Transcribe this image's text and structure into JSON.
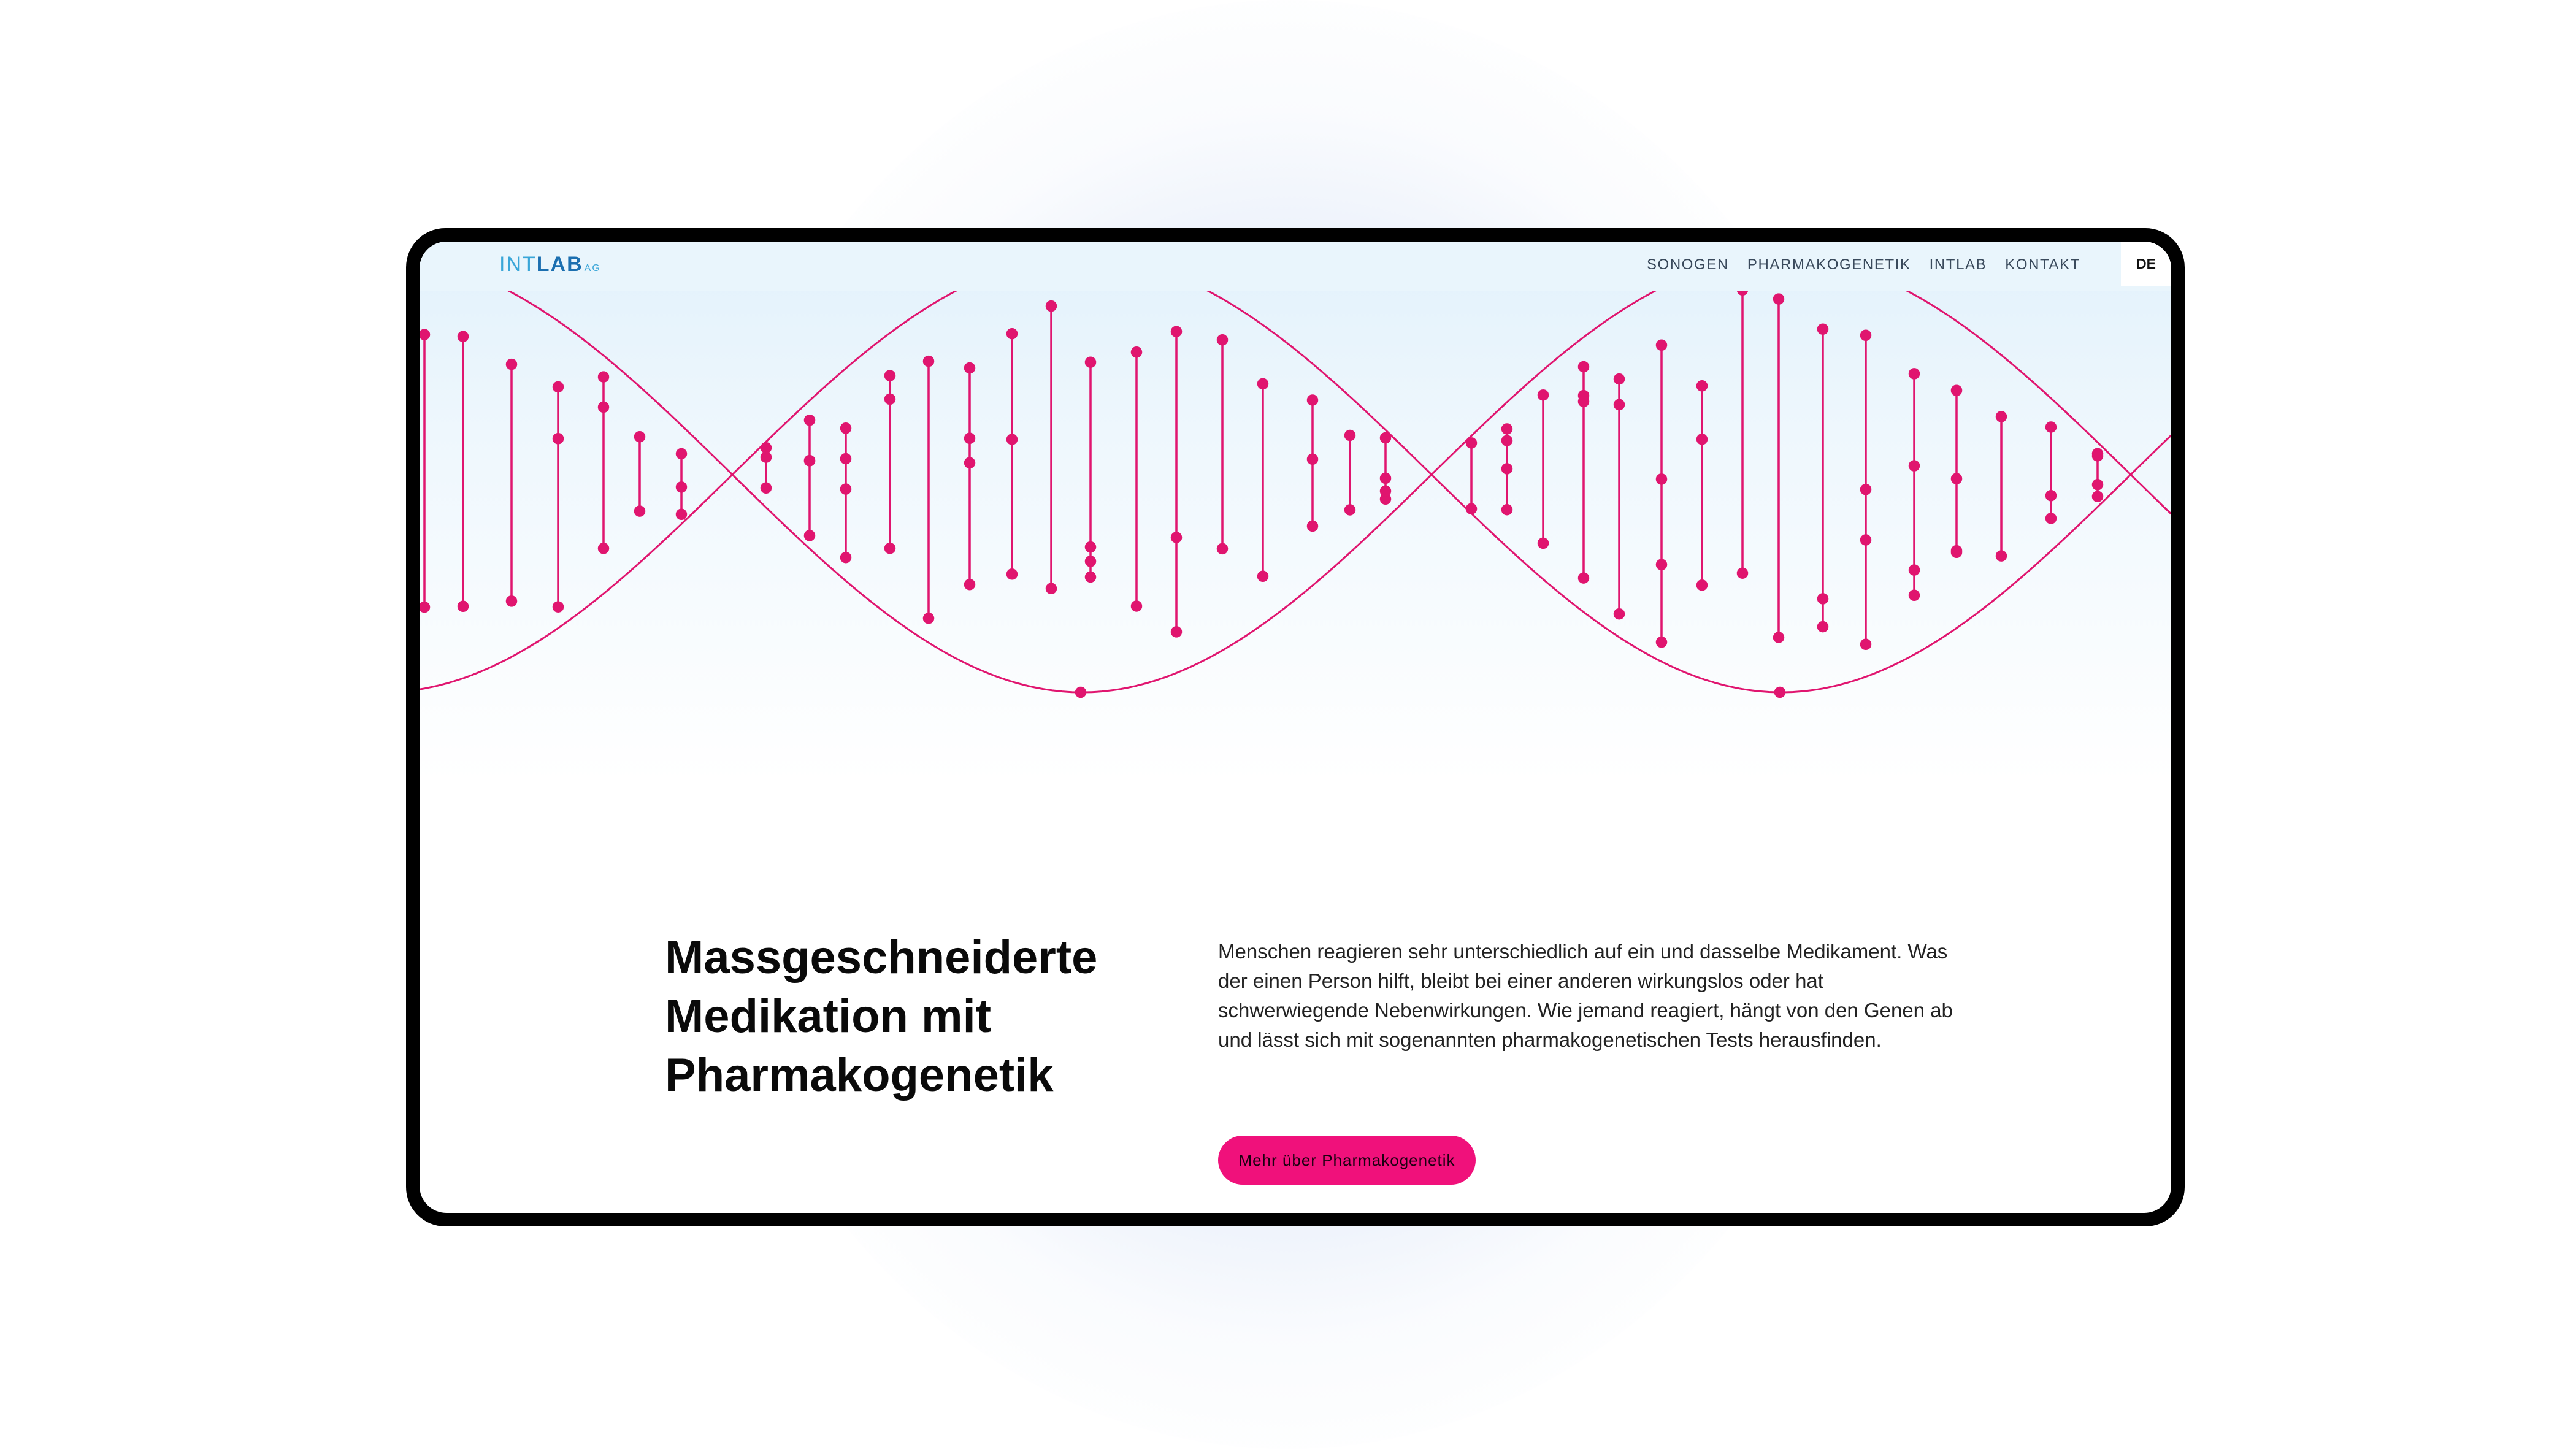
{
  "brand": {
    "logo_int": "INT",
    "logo_lab": "LAB",
    "logo_ag": "AG"
  },
  "nav": {
    "items": [
      {
        "label": "SONOGEN"
      },
      {
        "label": "PHARMAKOGENETIK"
      },
      {
        "label": "INTLAB"
      },
      {
        "label": "KONTAKT"
      }
    ],
    "language": "DE"
  },
  "hero": {
    "headline": "Massgeschneiderte Medikation mit Pharmakogenetik",
    "body": "Menschen reagieren sehr unterschiedlich auf ein und dasselbe Medikament. Was der einen Person hilft, bleibt bei einer anderen wirkungslos oder hat schwerwiegende Nebenwirkungen. Wie jemand reagiert, hängt von den Genen ab und lässt sich mit sogenannten pharmakogenetischen Tests herausfinden.",
    "cta_label": "Mehr über Pharmakogenetik"
  },
  "colors": {
    "accent": "#f0117b",
    "helix": "#e0156f",
    "logo_light": "#3aa6d8",
    "logo_dark": "#1b6fb0"
  },
  "icons": [
    "dna-helix-illustration"
  ]
}
